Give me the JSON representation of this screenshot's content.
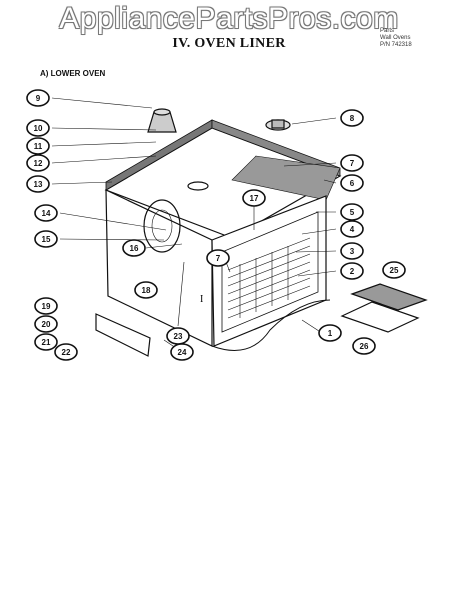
{
  "watermark": "AppliancePartsPros.com",
  "title": "IV. OVEN LINER",
  "corner_note": {
    "line1": "Parts",
    "line2": "Wall Ovens",
    "line3": "P/N 742318"
  },
  "section_label": "A) LOWER OVEN",
  "side_label": "I",
  "callouts": [
    "1",
    "2",
    "3",
    "4",
    "5",
    "6",
    "7",
    "7",
    "8",
    "9",
    "10",
    "11",
    "12",
    "13",
    "14",
    "15",
    "16",
    "17",
    "18",
    "19",
    "20",
    "21",
    "22",
    "23",
    "24",
    "25",
    "26"
  ]
}
